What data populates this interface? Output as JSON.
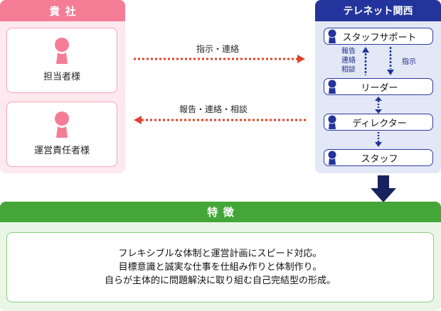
{
  "client": {
    "header": "貴社",
    "cards": [
      {
        "label": "担当者様"
      },
      {
        "label": "運営責任者様"
      }
    ]
  },
  "flows": {
    "top_label": "指示・連絡",
    "bottom_label": "報告・連絡・相談"
  },
  "telenet": {
    "header": "テレネット関西",
    "roles": [
      {
        "label": "スタッフサポート"
      },
      {
        "label": "リーダー"
      },
      {
        "label": "ディレクター"
      },
      {
        "label": "スタッフ"
      }
    ],
    "report_lines": [
      "報告",
      "連絡",
      "相談"
    ],
    "instruct_label": "指示"
  },
  "features": {
    "header": "特徴",
    "lines": [
      "フレキシブルな体制と運営計画にスピード対応。",
      "目標意識と誠実な仕事を仕組み作りと体制作り。",
      "自らが主体的に問題解決に取り組む自己完結型の形成。"
    ]
  },
  "colors": {
    "client_header": "#f47d95",
    "client_bg": "#fde9ee",
    "telenet_header": "#23349d",
    "telenet_bg": "#e3e8f7",
    "feature_header": "#44a638",
    "feature_bg": "#e9f6e6",
    "flow_arrow": "#e0432b"
  }
}
